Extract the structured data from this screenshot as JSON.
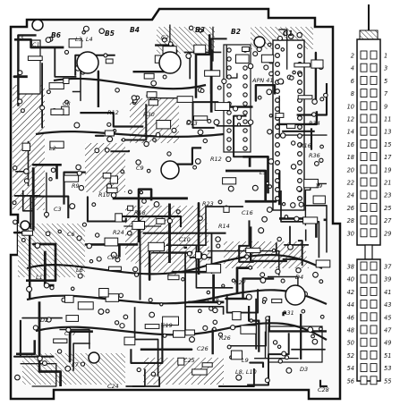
{
  "board": {
    "block_labels": [
      "B6",
      "B5",
      "B4",
      "B3",
      "B2",
      "G1"
    ],
    "component_labels": [
      "C1",
      "L3, L4",
      "C2",
      "APN 41",
      "C8",
      "R12",
      "R30",
      "C13",
      "R16",
      "R34",
      "R12",
      "L5",
      "C9",
      "L2",
      "R10",
      "R9",
      "C3",
      "R24",
      "C6",
      "L6",
      "L1",
      "C20",
      "D2",
      "C27",
      "R14",
      "R23",
      "C16",
      "R18",
      "C10",
      "R27",
      "R31",
      "C19",
      "C28",
      "L8, L10",
      "L7",
      "L9",
      "C24",
      "C26",
      "D3",
      "R26",
      "C18",
      "D4",
      "C25",
      "R36"
    ],
    "corner_marks": [
      "13",
      "19"
    ]
  },
  "connector": {
    "upper": {
      "left_pins": [
        "2",
        "4",
        "6",
        "8",
        "10",
        "12",
        "14",
        "16",
        "18",
        "20",
        "22",
        "24",
        "26",
        "28",
        "30"
      ],
      "right_pins": [
        "1",
        "3",
        "5",
        "7",
        "9",
        "11",
        "13",
        "15",
        "17",
        "19",
        "21",
        "23",
        "25",
        "27",
        "29"
      ]
    },
    "lower": {
      "left_pins": [
        "38",
        "40",
        "42",
        "44",
        "46",
        "48",
        "50",
        "52",
        "54",
        "56"
      ],
      "right_pins": [
        "37",
        "39",
        "41",
        "43",
        "45",
        "47",
        "49",
        "51",
        "53",
        "55"
      ]
    }
  }
}
